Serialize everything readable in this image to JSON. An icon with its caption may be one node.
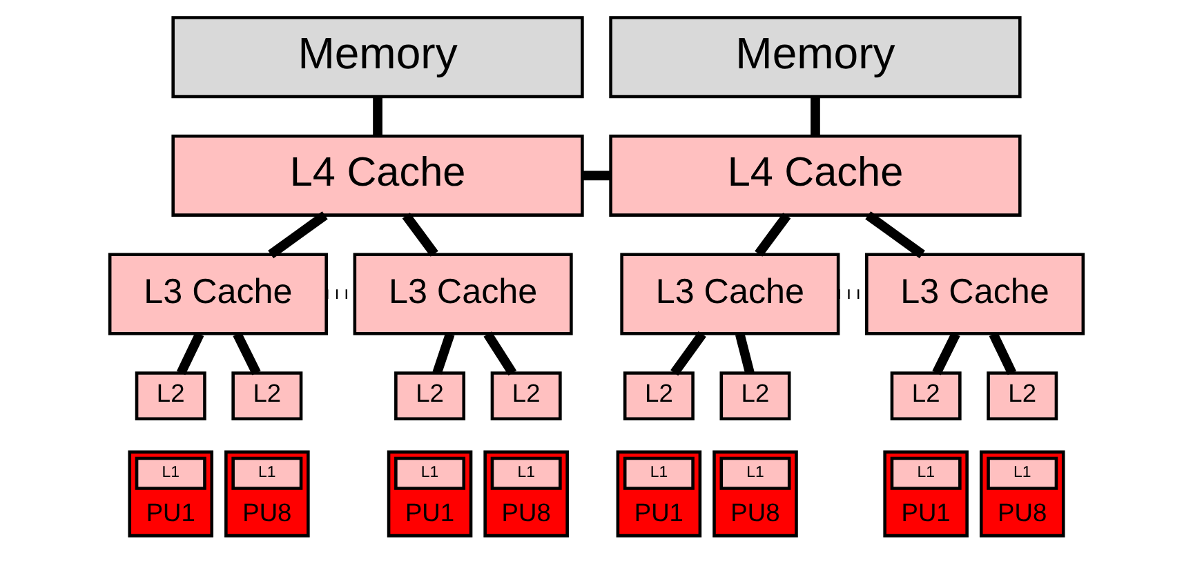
{
  "diagram": {
    "nodes": [
      {
        "text": [
          "Memory"
        ]
      },
      {
        "text": [
          "Memory"
        ]
      },
      {
        "text": [
          "L4 Cache"
        ]
      },
      {
        "text": [
          "L4 Cache"
        ]
      },
      {
        "text": [
          "L3 Cache"
        ]
      },
      {
        "text": [
          "L3 Cache"
        ]
      },
      {
        "text": [
          "L3 Cache"
        ]
      },
      {
        "text": [
          "L3 Cache"
        ]
      },
      {
        "text": [
          "L2"
        ]
      },
      {
        "text": [
          "PU1"
        ]
      },
      {
        "text": [
          "L1"
        ],
        "in": 9
      },
      {
        "text": [
          "L2"
        ]
      },
      {
        "text": [
          "PU8"
        ]
      },
      {
        "text": [
          "L1"
        ],
        "in": 12
      },
      {
        "text": [
          "L2"
        ]
      },
      {
        "text": [
          "PU1"
        ]
      },
      {
        "text": [
          "L1"
        ],
        "in": 15
      },
      {
        "text": [
          "L2"
        ]
      },
      {
        "text": [
          "PU8"
        ]
      },
      {
        "text": [
          "L1"
        ],
        "in": 18
      },
      {
        "text": [
          "L2"
        ]
      },
      {
        "text": [
          "PU1"
        ]
      },
      {
        "text": [
          "L1"
        ],
        "in": 21
      },
      {
        "text": [
          "L2"
        ]
      },
      {
        "text": [
          "PU8"
        ]
      },
      {
        "text": [
          "L1"
        ],
        "in": 24
      },
      {
        "text": [
          "L2"
        ]
      },
      {
        "text": [
          "PU1"
        ]
      },
      {
        "text": [
          "L1"
        ],
        "in": 27
      },
      {
        "text": [
          "L2"
        ]
      },
      {
        "text": [
          "PU8"
        ]
      },
      {
        "text": [
          "L1"
        ],
        "in": 30
      }
    ],
    "edges": [
      {
        "from": 0,
        "to": 2,
        "arrow": "none"
      },
      {
        "from": 1,
        "to": 3,
        "arrow": "none"
      },
      {
        "from": 2,
        "to": 3,
        "arrow": "none"
      },
      {
        "from": 2,
        "to": 4,
        "arrow": "none"
      },
      {
        "from": 2,
        "to": 5,
        "arrow": "none"
      },
      {
        "from": 3,
        "to": 6,
        "arrow": "none"
      },
      {
        "from": 3,
        "to": 7,
        "arrow": "none"
      },
      {
        "from": 4,
        "to": 5,
        "arrow": "none",
        "style": "dashed"
      },
      {
        "from": 6,
        "to": 7,
        "arrow": "none",
        "style": "dashed"
      },
      {
        "from": 4,
        "to": 8,
        "arrow": "none"
      },
      {
        "from": 4,
        "to": 11,
        "arrow": "none"
      },
      {
        "from": 5,
        "to": 14,
        "arrow": "none"
      },
      {
        "from": 5,
        "to": 17,
        "arrow": "none"
      },
      {
        "from": 6,
        "to": 20,
        "arrow": "none"
      },
      {
        "from": 6,
        "to": 23,
        "arrow": "none"
      },
      {
        "from": 7,
        "to": 26,
        "arrow": "none"
      },
      {
        "from": 7,
        "to": 29,
        "arrow": "none"
      }
    ]
  }
}
